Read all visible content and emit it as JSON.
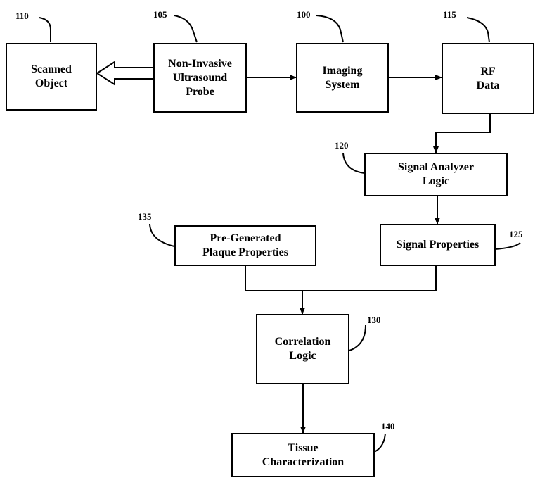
{
  "diagram": {
    "boxes": [
      {
        "id": "scanned_object",
        "ref": "110",
        "label": "Scanned\nObject"
      },
      {
        "id": "probe",
        "ref": "105",
        "label": "Non-Invasive\nUltrasound\nProbe"
      },
      {
        "id": "imaging_system",
        "ref": "100",
        "label": "Imaging\nSystem"
      },
      {
        "id": "rf_data",
        "ref": "115",
        "label": "RF\nData"
      },
      {
        "id": "signal_analyzer",
        "ref": "120",
        "label": "Signal Analyzer\nLogic"
      },
      {
        "id": "signal_properties",
        "ref": "125",
        "label": "Signal Properties"
      },
      {
        "id": "plaque_properties",
        "ref": "135",
        "label": "Pre-Generated\nPlaque Properties"
      },
      {
        "id": "correlation_logic",
        "ref": "130",
        "label": "Correlation\nLogic"
      },
      {
        "id": "tissue_characterization",
        "ref": "140",
        "label": "Tissue\nCharacterization"
      }
    ]
  }
}
